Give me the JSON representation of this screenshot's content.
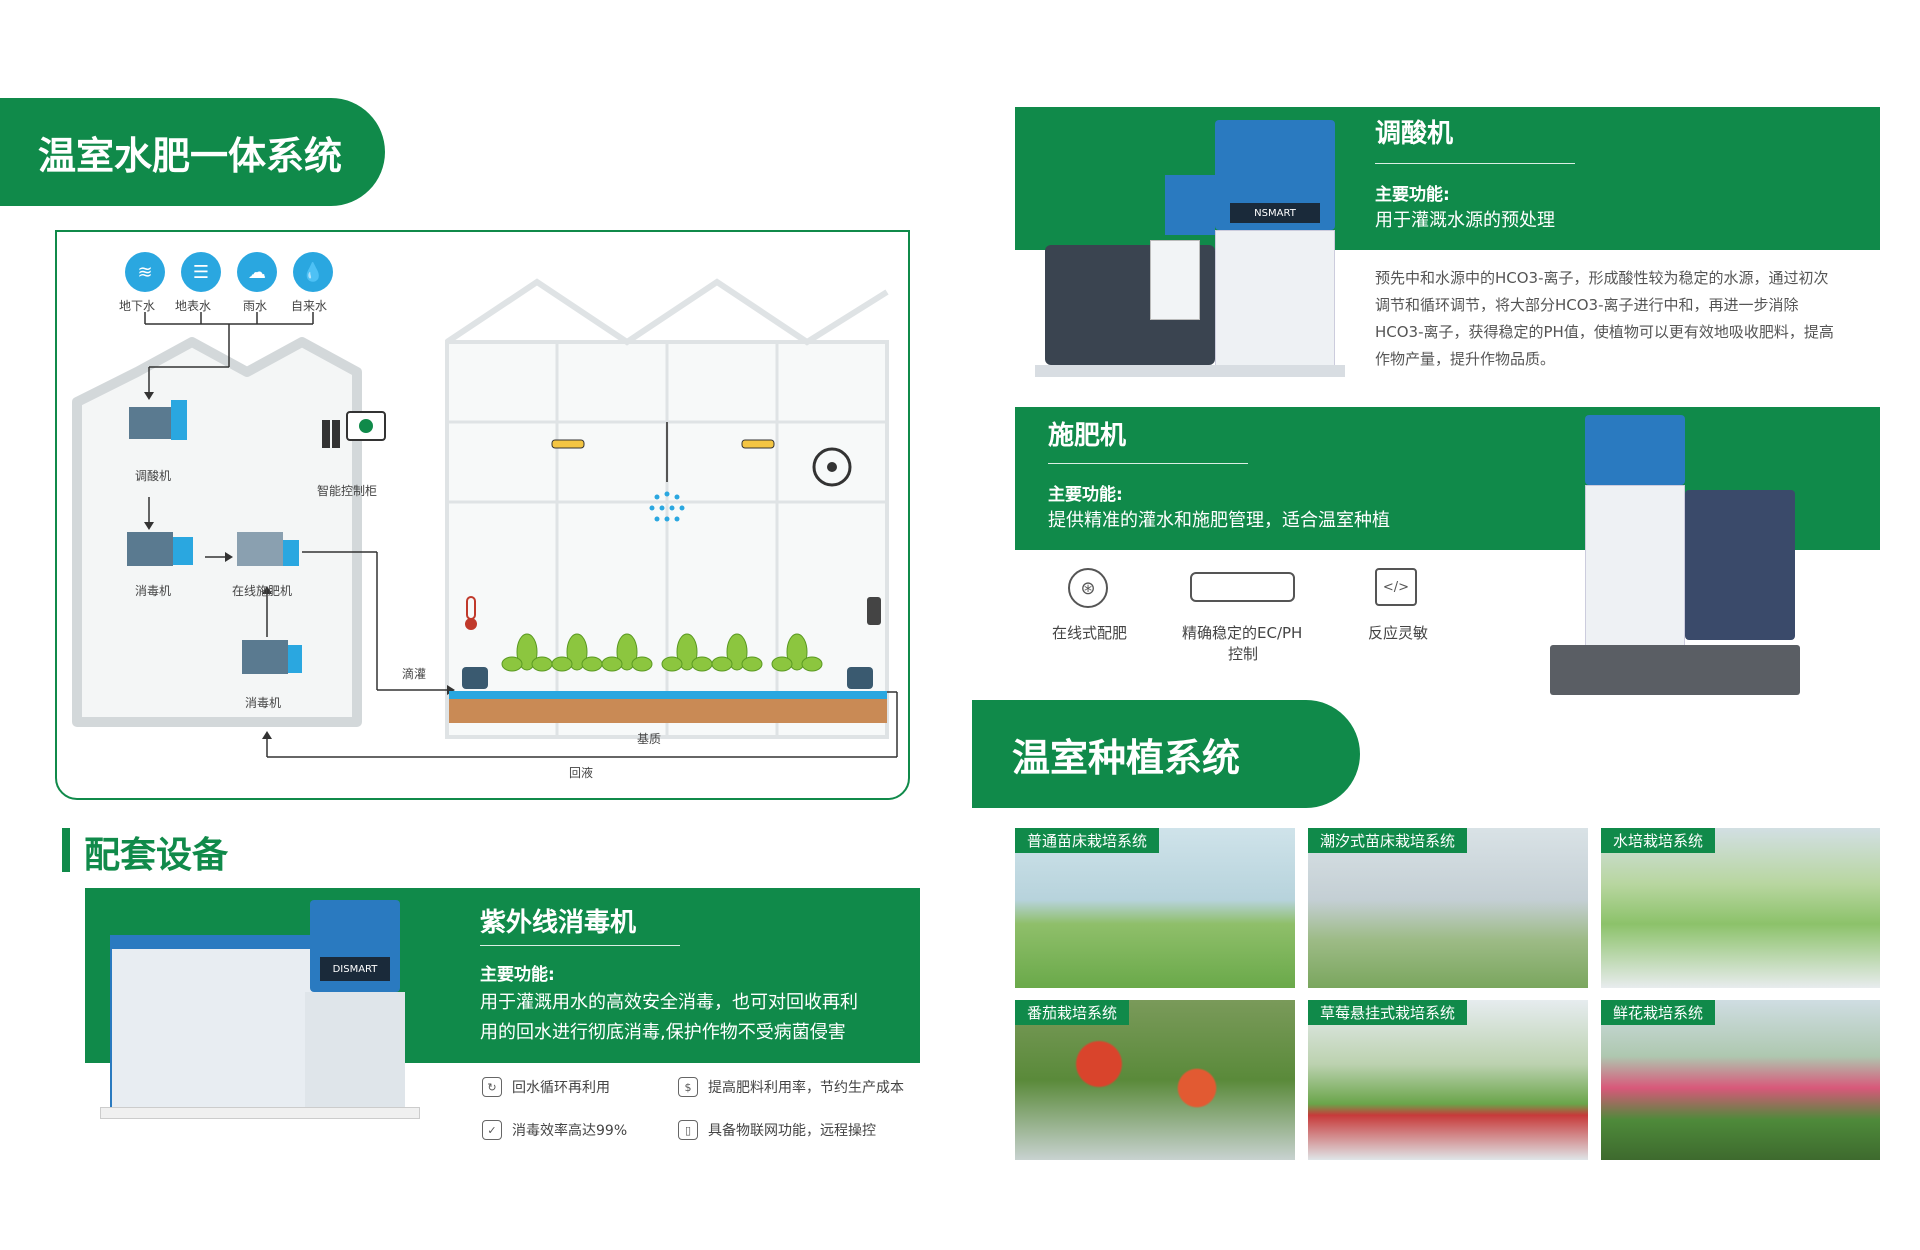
{
  "sections": {
    "water_fert_title": "温室水肥一体系统",
    "equipment_title": "配套设备",
    "planting_title": "温室种植系统"
  },
  "diagram": {
    "sources": [
      {
        "label": "地下水",
        "icon": "groundwater-icon"
      },
      {
        "label": "地表水",
        "icon": "surface-water-icon"
      },
      {
        "label": "雨水",
        "icon": "rain-icon"
      },
      {
        "label": "自来水",
        "icon": "tap-water-icon"
      }
    ],
    "acid_machine": "调酸机",
    "control_cabinet": "智能控制柜",
    "disinfector_1": "消毒机",
    "online_fertilizer": "在线施肥机",
    "disinfector_2": "消毒机",
    "drip": "滴灌",
    "substrate": "基质",
    "return": "回液"
  },
  "acid": {
    "title": "调酸机",
    "brand": "NSMART",
    "func_label": "主要功能:",
    "func_text": "用于灌溉水源的预处理",
    "desc_lines": [
      "预先中和水源中的HCO3-离子，形成酸性较为稳定的水源，通过初次",
      "调节和循环调节，将大部分HCO3-离子进行中和，再进一步消除",
      "HCO3-离子，获得稳定的PH值，使植物可以更有效地吸收肥料，提高",
      "作物产量，提升作物品质。"
    ]
  },
  "fert": {
    "title": "施肥机",
    "func_label": "主要功能:",
    "func_text": "提供精准的灌水和施肥管理，适合温室种植",
    "features": [
      {
        "label": "在线式配肥",
        "icon": "mix-icon"
      },
      {
        "label": "精确稳定的EC/PH",
        "label2": "控制",
        "icon": "pipeline-icon"
      },
      {
        "label": "反应灵敏",
        "icon": "code-window-icon"
      }
    ]
  },
  "uv": {
    "title": "紫外线消毒机",
    "brand": "DISMART",
    "func_label": "主要功能:",
    "func_lines": [
      "用于灌溉用水的高效安全消毒，也可对回收再利",
      "用的回水进行彻底消毒,保护作物不受病菌侵害"
    ],
    "features": [
      {
        "label": "回水循环再利用",
        "icon": "recycle-icon"
      },
      {
        "label": "提高肥料利用率，节约生产成本",
        "icon": "coin-icon"
      },
      {
        "label": "消毒效率高达99%",
        "icon": "shield-icon"
      },
      {
        "label": "具备物联网功能，远程操控",
        "icon": "phone-icon"
      }
    ]
  },
  "planting": [
    {
      "label": "普通苗床栽培系统"
    },
    {
      "label": "潮汐式苗床栽培系统"
    },
    {
      "label": "水培栽培系统"
    },
    {
      "label": "番茄栽培系统"
    },
    {
      "label": "草莓悬挂式栽培系统"
    },
    {
      "label": "鲜花栽培系统"
    }
  ],
  "colors": {
    "brand_green": "#108a4a",
    "water_blue": "#2aa7e0"
  }
}
